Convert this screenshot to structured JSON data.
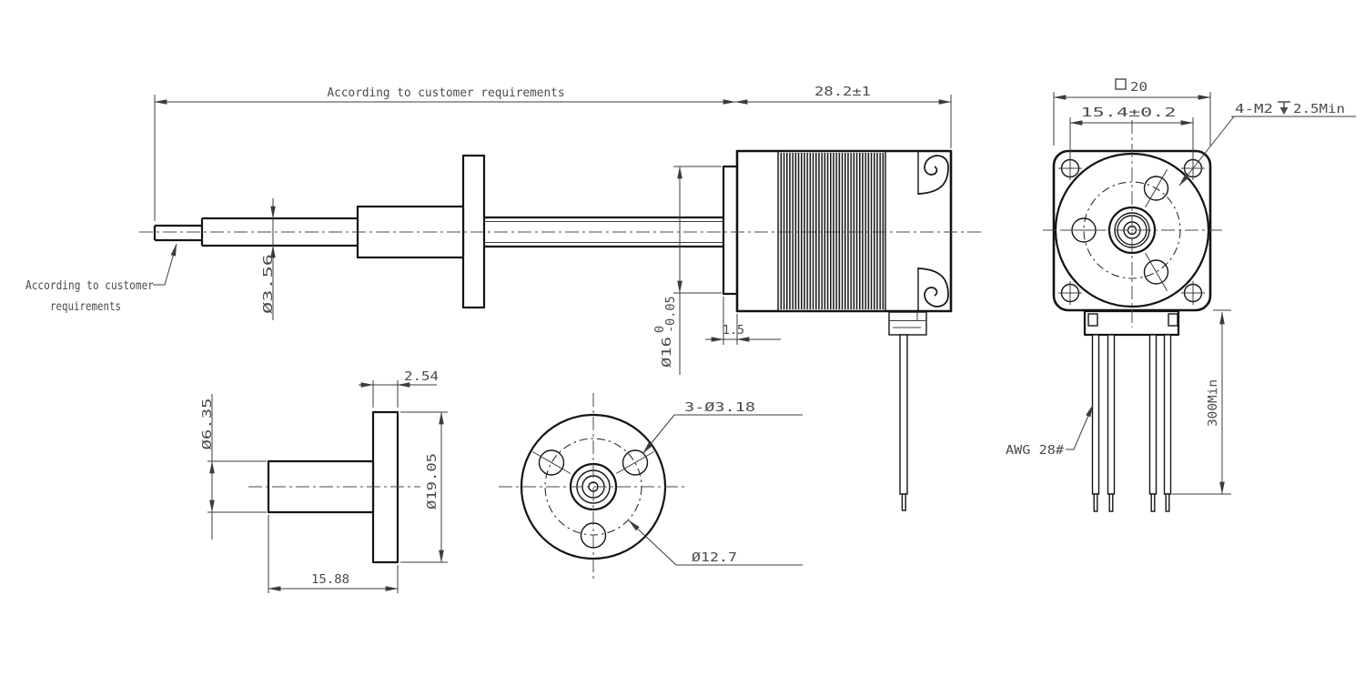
{
  "drawing_type": "stepper-motor-lead-screw-technical-drawing",
  "colors": {
    "line": "#141414",
    "dimension": "#4a4a4a",
    "background": "#ffffff"
  },
  "side_view": {
    "length_dim": "According to customer requirements",
    "tip_note_line1": "According to customer",
    "tip_note_line2": "requirements",
    "body_length_dim": "28.2±1",
    "screw_dia_dim": "Ø3.56",
    "pilot_dia": "Ø16",
    "pilot_tol_upper": "0",
    "pilot_tol_lower": "-0.05",
    "pilot_depth_dim": "1.5"
  },
  "front_view": {
    "square_size": "20",
    "hole_spacing_dim": "15.4±0.2",
    "thread_callout_prefix": "4-M2",
    "thread_callout_suffix": "2.5Min",
    "wire_gauge": "AWG 28#",
    "wire_length_dim": "300Min"
  },
  "nut_detail": {
    "flange_thickness_dim": "2.54",
    "body_dia_dim": "Ø6.35",
    "flange_dia_dim": "Ø19.05",
    "body_length_dim": "15.88"
  },
  "flange_face": {
    "holes_callout": "3-Ø3.18",
    "bolt_circle_dim": "Ø12.7"
  }
}
